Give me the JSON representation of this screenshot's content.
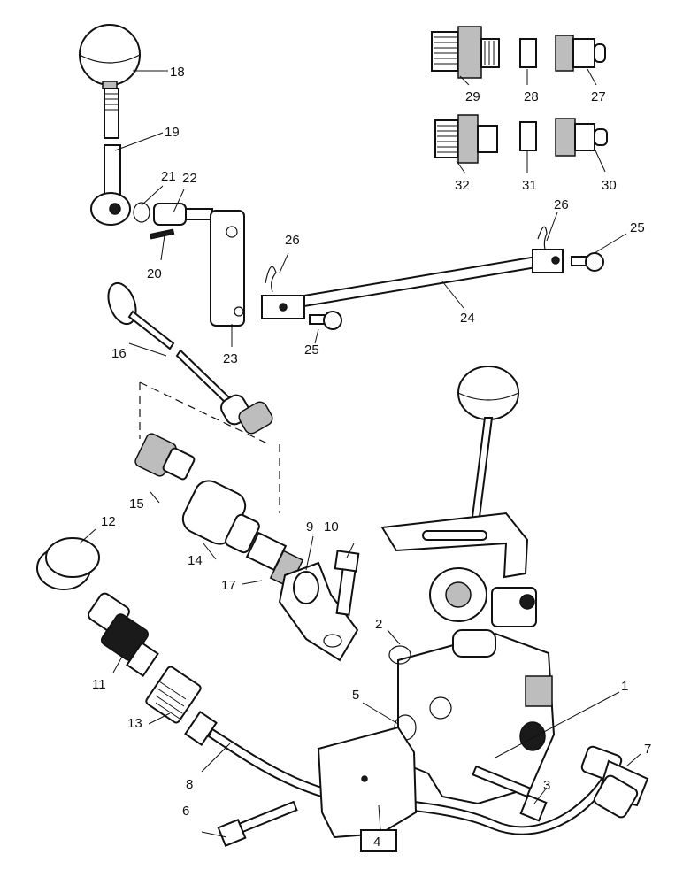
{
  "callouts": [
    "1",
    "2",
    "3",
    "4",
    "5",
    "6",
    "7",
    "8",
    "9",
    "10",
    "11",
    "12",
    "13",
    "14",
    "15",
    "16",
    "17",
    "18",
    "19",
    "20",
    "21",
    "22",
    "23",
    "24",
    "25",
    "25",
    "26",
    "26",
    "27",
    "28",
    "29",
    "30",
    "31",
    "32"
  ]
}
